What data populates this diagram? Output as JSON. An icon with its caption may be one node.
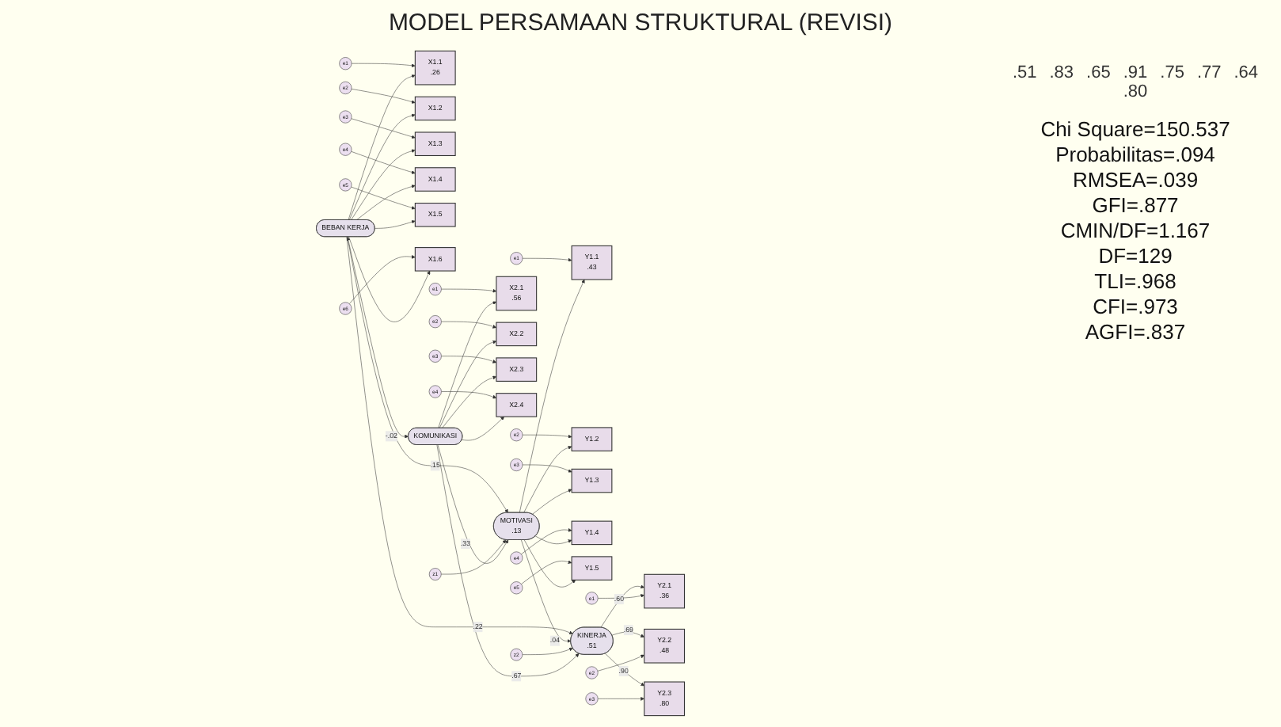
{
  "diagram": {
    "title": "MODEL PERSAMAAN STRUKTURAL (REVISI)",
    "nodes": [
      {
        "text": [
          "e1"
        ]
      },
      {
        "text": [
          "e2"
        ]
      },
      {
        "text": [
          "e3"
        ]
      },
      {
        "text": [
          "e4"
        ]
      },
      {
        "text": [
          "e5"
        ]
      },
      {
        "text": [
          "e6"
        ]
      },
      {
        "text": [
          "X1.1",
          ".26"
        ]
      },
      {
        "text": [
          "X1.2"
        ]
      },
      {
        "text": [
          "X1.3"
        ]
      },
      {
        "text": [
          "X1.4"
        ]
      },
      {
        "text": [
          "X1.5"
        ]
      },
      {
        "text": [
          "X1.6"
        ]
      },
      {
        "text": [
          "BEBAN KERJA"
        ]
      },
      {
        "text": [
          "e1"
        ]
      },
      {
        "text": [
          "e2"
        ]
      },
      {
        "text": [
          "e3"
        ]
      },
      {
        "text": [
          "e4"
        ]
      },
      {
        "text": [
          "e5"
        ]
      },
      {
        "text": [
          "Y1.1",
          ".43"
        ]
      },
      {
        "text": [
          "Y1.2"
        ]
      },
      {
        "text": [
          "Y1.3"
        ]
      },
      {
        "text": [
          "Y1.4"
        ]
      },
      {
        "text": [
          "Y1.5"
        ]
      },
      {
        "text": [
          "z1"
        ]
      },
      {
        "text": [
          "MOTIVASI",
          ".13"
        ]
      },
      {
        "text": [
          "z2"
        ]
      },
      {
        "text": [
          "KINERJA",
          ".51"
        ]
      },
      {
        "text": [
          "Y2.1",
          ".36"
        ]
      },
      {
        "text": [
          "Y2.2",
          ".48"
        ]
      },
      {
        "text": [
          "Y2.3",
          ".80"
        ]
      },
      {
        "text": [
          "e1"
        ]
      },
      {
        "text": [
          "e2"
        ]
      },
      {
        "text": [
          "e3"
        ]
      },
      {
        "text": [
          "e1"
        ]
      },
      {
        "text": [
          "e2"
        ]
      },
      {
        "text": [
          "e3"
        ]
      },
      {
        "text": [
          "e4"
        ]
      },
      {
        "text": [
          "X2.1",
          ".56"
        ]
      },
      {
        "text": [
          "X2.2"
        ]
      },
      {
        "text": [
          "X2.3"
        ]
      },
      {
        "text": [
          "X2.4"
        ]
      },
      {
        "text": [
          "KOMUNIKASI"
        ]
      }
    ],
    "edges": [
      {
        "from": 0,
        "to": 6,
        "arrow": "to"
      },
      {
        "from": 1,
        "to": 7,
        "arrow": "to"
      },
      {
        "from": 2,
        "to": 8,
        "arrow": "to"
      },
      {
        "from": 3,
        "to": 9,
        "arrow": "to"
      },
      {
        "from": 4,
        "to": 10,
        "arrow": "to"
      },
      {
        "from": 5,
        "to": 11,
        "arrow": "to"
      },
      {
        "from": 12,
        "to": 6,
        "arrow": "to"
      },
      {
        "from": 12,
        "to": 7,
        "arrow": "to"
      },
      {
        "from": 12,
        "to": 8,
        "arrow": "to"
      },
      {
        "from": 12,
        "to": 9,
        "arrow": "to"
      },
      {
        "from": 12,
        "to": 10,
        "arrow": "to"
      },
      {
        "from": 12,
        "to": 11,
        "arrow": "to"
      },
      {
        "from": 13,
        "to": 18,
        "arrow": "to"
      },
      {
        "from": 14,
        "to": 19,
        "arrow": "to"
      },
      {
        "from": 15,
        "to": 20,
        "arrow": "to"
      },
      {
        "from": 16,
        "to": 21,
        "arrow": "to"
      },
      {
        "from": 17,
        "to": 22,
        "arrow": "to"
      },
      {
        "from": 24,
        "to": 18,
        "arrow": "to"
      },
      {
        "from": 24,
        "to": 19,
        "arrow": "to"
      },
      {
        "from": 24,
        "to": 20,
        "arrow": "to"
      },
      {
        "from": 24,
        "to": 21,
        "arrow": "to"
      },
      {
        "from": 24,
        "to": 22,
        "arrow": "to"
      },
      {
        "from": 12,
        "to": 24,
        "arrow": "to",
        "label": ".15"
      },
      {
        "from": 12,
        "to": 26,
        "arrow": "to",
        "label": ".22"
      },
      {
        "from": 23,
        "to": 24,
        "arrow": "to"
      },
      {
        "from": 24,
        "to": 26,
        "arrow": "to",
        "label": ".04"
      },
      {
        "from": 25,
        "to": 26,
        "arrow": "to"
      },
      {
        "from": 26,
        "to": 27,
        "arrow": "to",
        "label": ".60"
      },
      {
        "from": 26,
        "to": 28,
        "arrow": "to",
        "label": ".69"
      },
      {
        "from": 26,
        "to": 29,
        "arrow": "to",
        "label": ".90"
      },
      {
        "from": 30,
        "to": 27,
        "arrow": "to"
      },
      {
        "from": 31,
        "to": 28,
        "arrow": "to"
      },
      {
        "from": 32,
        "to": 29,
        "arrow": "to"
      },
      {
        "from": 33,
        "to": 37,
        "arrow": "to"
      },
      {
        "from": 34,
        "to": 38,
        "arrow": "to"
      },
      {
        "from": 35,
        "to": 39,
        "arrow": "to"
      },
      {
        "from": 36,
        "to": 40,
        "arrow": "to"
      },
      {
        "from": 41,
        "to": 37,
        "arrow": "to"
      },
      {
        "from": 41,
        "to": 38,
        "arrow": "to"
      },
      {
        "from": 41,
        "to": 39,
        "arrow": "to"
      },
      {
        "from": 41,
        "to": 40,
        "arrow": "to"
      },
      {
        "from": 12,
        "to": 41,
        "arrow": "both",
        "label": "-.02"
      },
      {
        "from": 41,
        "to": 24,
        "arrow": "to",
        "label": ".33"
      },
      {
        "from": 41,
        "to": 26,
        "arrow": "to",
        "label": ".67"
      }
    ],
    "labels": [
      ".51",
      ".83",
      ".65",
      ".91",
      ".75",
      ".77",
      ".64",
      ".80",
      "Chi Square=150.537",
      "Probabilitas=.094",
      "RMSEA=.039",
      "GFI=.877",
      "CMIN/DF=1.167",
      "DF=129",
      "TLI=.968",
      "CFI=.973",
      "AGFI=.837"
    ]
  }
}
